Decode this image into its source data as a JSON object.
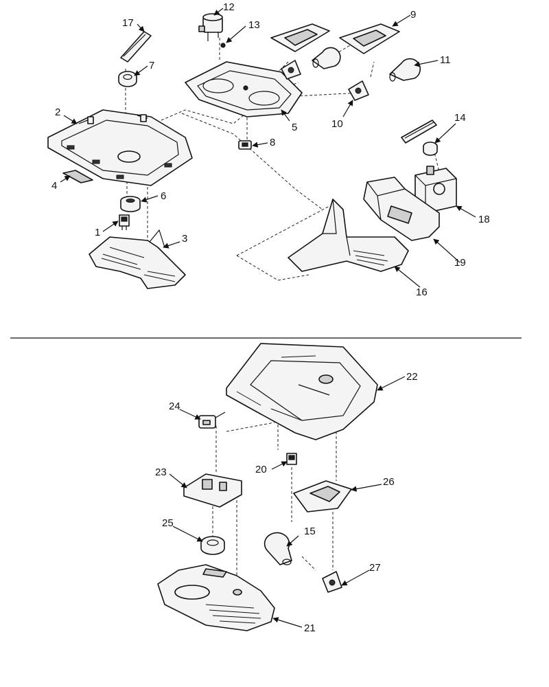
{
  "callouts": [
    "1",
    "2",
    "3",
    "4",
    "5",
    "6",
    "7",
    "8",
    "9",
    "10",
    "11",
    "12",
    "13",
    "14",
    "15",
    "16",
    "17",
    "18",
    "19",
    "20",
    "21",
    "22",
    "23",
    "24",
    "25",
    "26",
    "27"
  ],
  "arrow_color": "#111111"
}
